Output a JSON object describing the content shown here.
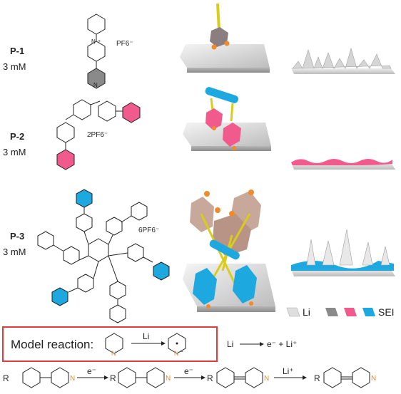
{
  "rows": [
    {
      "id": "P-1",
      "conc": "3 mM",
      "counterion": "PF6⁻"
    },
    {
      "id": "P-2",
      "conc": "3 mM",
      "counterion": "2PF6⁻"
    },
    {
      "id": "P-3",
      "conc": "3 mM",
      "counterion": "6PF6⁻"
    }
  ],
  "legend": {
    "li": "Li",
    "sei": "SEI"
  },
  "model": {
    "title": "Model reaction:",
    "reagent": "Li",
    "side_eq_left": "Li",
    "side_eq_right": "e⁻ + Li⁺"
  },
  "mechanism": {
    "step1": "e⁻",
    "step2": "e⁻",
    "step3": "Li⁺",
    "r": "R"
  },
  "colors": {
    "red_box": "#e23b3b",
    "pink": "#f05a8c",
    "blue": "#1ea8e0",
    "grey": "#8a8a8a",
    "orange": "#f08a2a",
    "yellow": "#d9cc1a",
    "tan": "#c9a89c"
  }
}
